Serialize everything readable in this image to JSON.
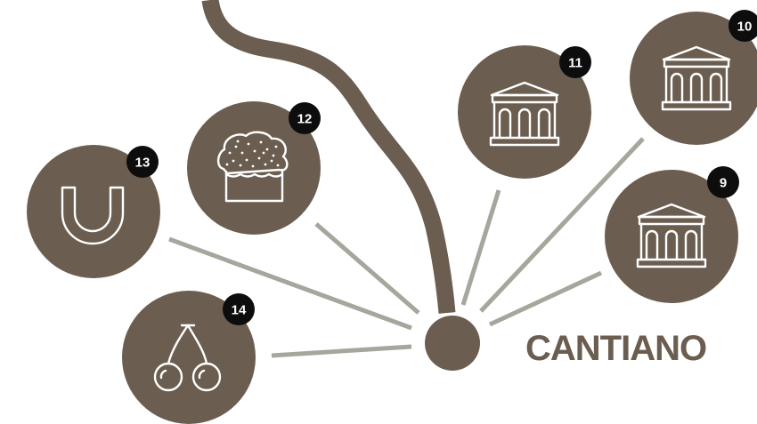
{
  "map": {
    "town_name": "CANTIANO",
    "colors": {
      "node": "#6b5e50",
      "road": "#6b5e50",
      "spoke": "#a7a69d",
      "badge": "#0d0d0d",
      "badge_text": "#ffffff",
      "label": "#6b5e50"
    },
    "points_of_interest": [
      {
        "number": "9",
        "icon": "museum-icon"
      },
      {
        "number": "10",
        "icon": "museum-icon"
      },
      {
        "number": "11",
        "icon": "museum-icon"
      },
      {
        "number": "12",
        "icon": "panettone-cake-icon"
      },
      {
        "number": "13",
        "icon": "horseshoe-icon"
      },
      {
        "number": "14",
        "icon": "cherries-icon"
      }
    ]
  }
}
